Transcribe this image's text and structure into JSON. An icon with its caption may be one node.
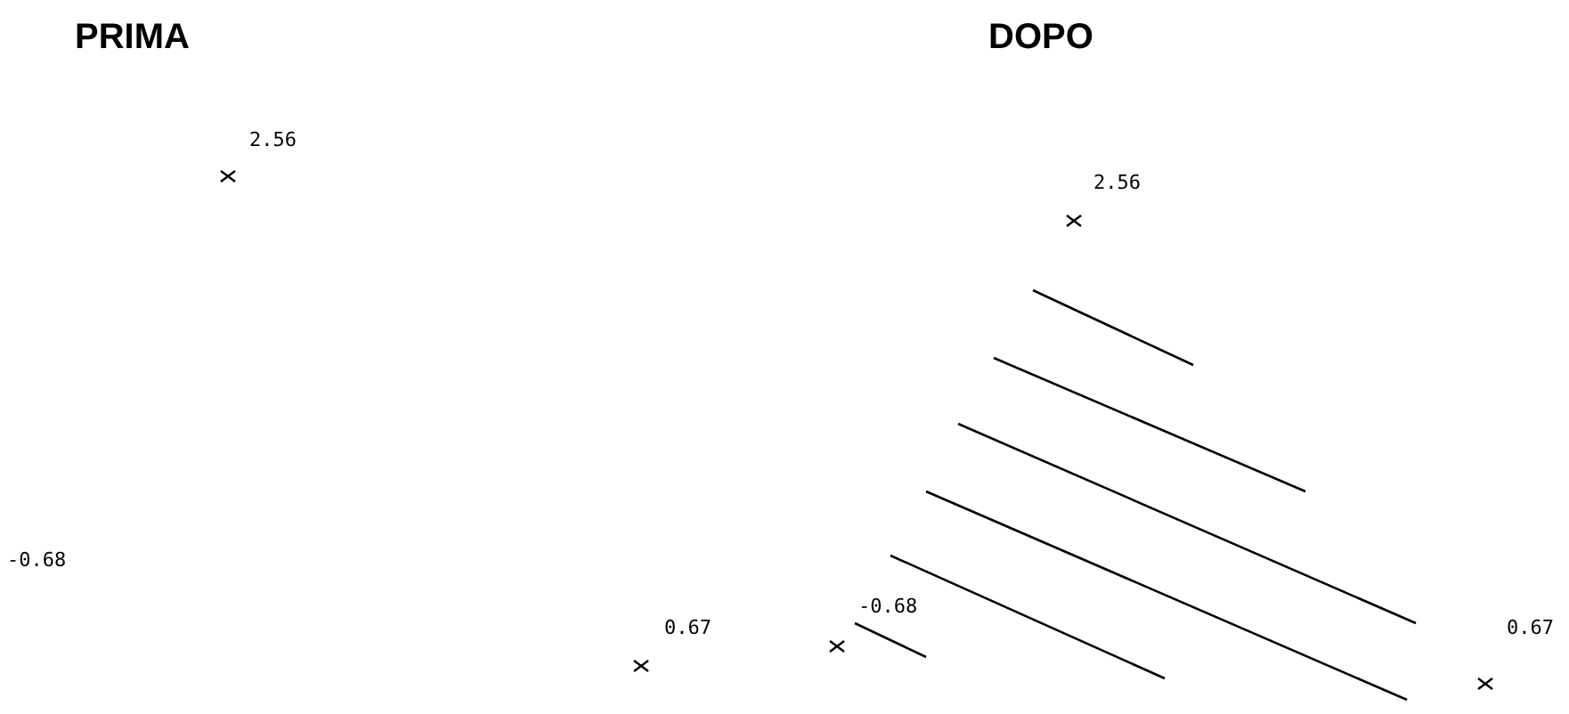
{
  "diagram": {
    "labels": [
      "PRIMA",
      "DOPO",
      "2.56",
      "2.56",
      "-0.68",
      "0.67",
      "-0.68",
      "0.67"
    ]
  }
}
